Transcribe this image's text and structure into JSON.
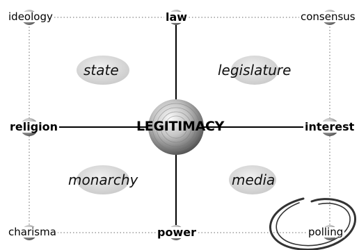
{
  "center": {
    "label": "LEGITIMACY"
  },
  "top": {
    "label": "law"
  },
  "bottom": {
    "label": "power"
  },
  "left": {
    "label": "religion"
  },
  "right": {
    "label": "interest"
  },
  "corners": {
    "top_left": "ideology",
    "top_right": "consensus",
    "bottom_left": "charisma",
    "bottom_right": "polling"
  },
  "quadrants": {
    "top_left": "state",
    "top_right": "legislature",
    "bottom_left": "monarchy",
    "bottom_right": "media"
  }
}
